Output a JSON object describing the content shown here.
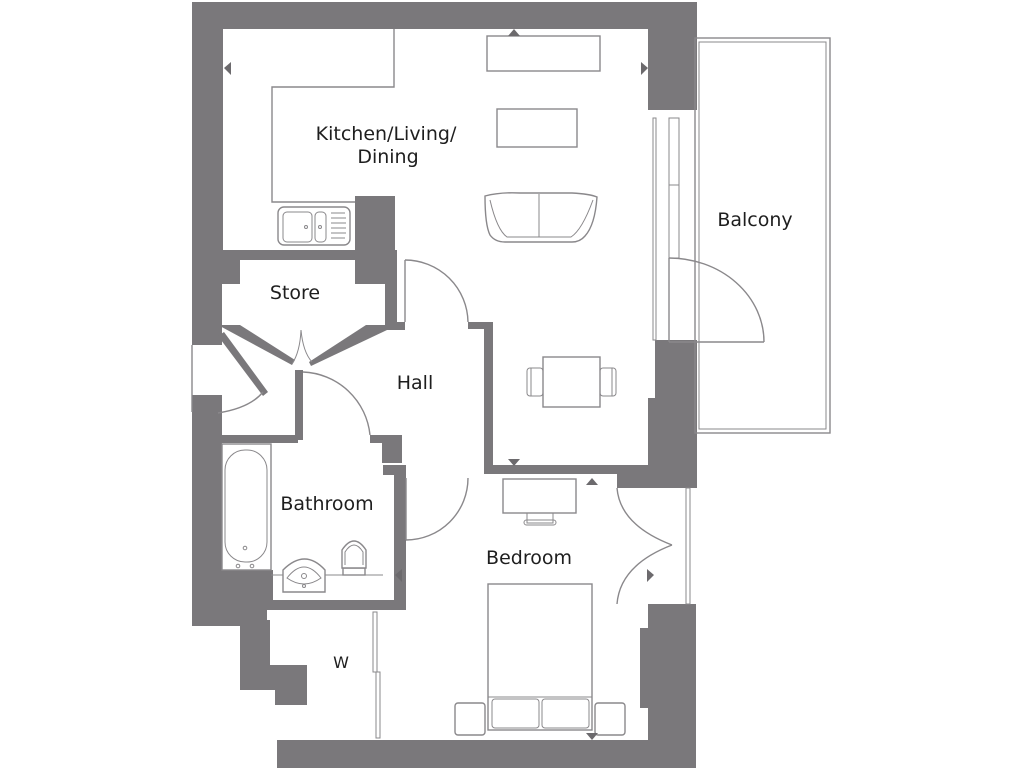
{
  "floorplan": {
    "title": "Apartment floor plan",
    "colors": {
      "wall": "#7a787b",
      "line": "#8a888b",
      "text": "#1e1e1e",
      "background": "#ffffff"
    },
    "rooms": [
      {
        "id": "kitchen",
        "label_line1": "Kitchen/Living/",
        "label_line2": "Dining"
      },
      {
        "id": "balcony",
        "label": "Balcony"
      },
      {
        "id": "store",
        "label": "Store"
      },
      {
        "id": "hall",
        "label": "Hall"
      },
      {
        "id": "bathroom",
        "label": "Bathroom"
      },
      {
        "id": "bedroom",
        "label": "Bedroom"
      },
      {
        "id": "wardrobe",
        "label": "W"
      }
    ],
    "fixtures": [
      "kitchen-sink",
      "tv-unit",
      "coffee-table",
      "sofa",
      "dining-table",
      "bathtub",
      "washbasin",
      "toilet",
      "desk",
      "desk-chair",
      "double-bed",
      "bedside-table-left",
      "bedside-table-right"
    ]
  }
}
